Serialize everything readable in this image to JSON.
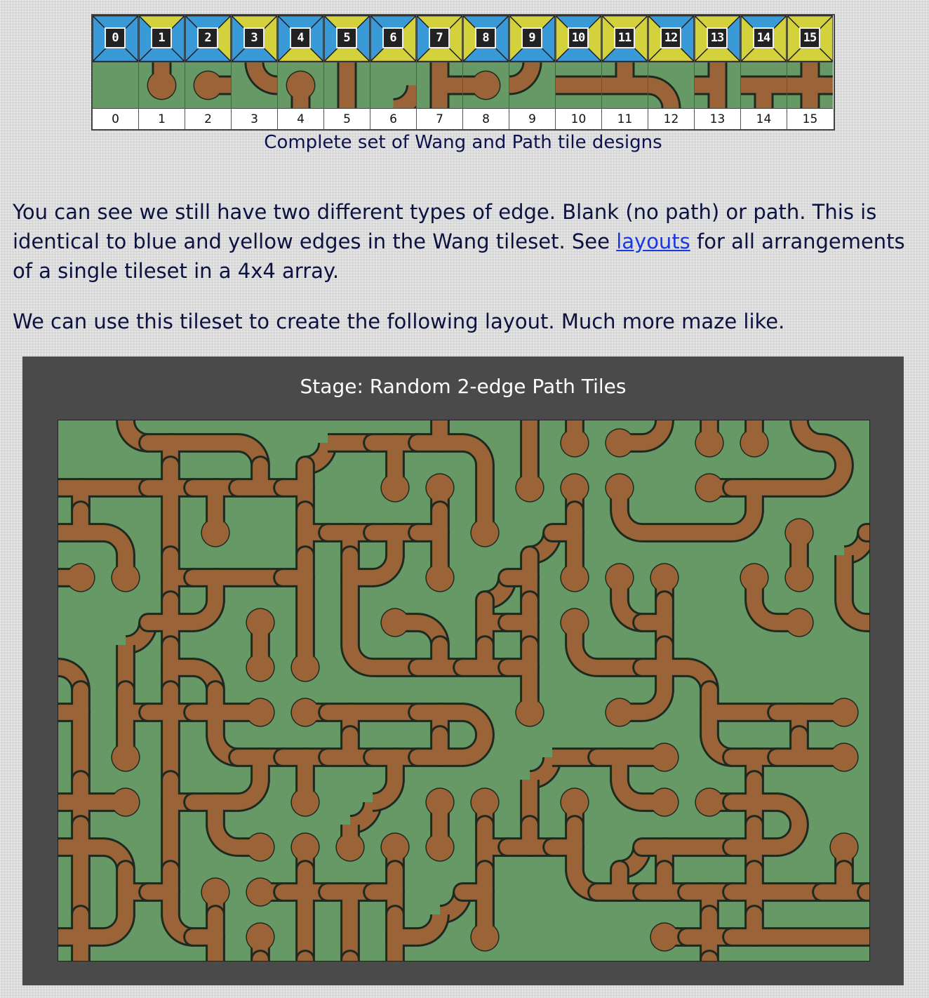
{
  "tileset": {
    "tiles": [
      {
        "id": 0,
        "wang_label": "0",
        "label": "0"
      },
      {
        "id": 1,
        "wang_label": "1",
        "label": "1"
      },
      {
        "id": 2,
        "wang_label": "2",
        "label": "2"
      },
      {
        "id": 3,
        "wang_label": "3",
        "label": "3"
      },
      {
        "id": 4,
        "wang_label": "4",
        "label": "4"
      },
      {
        "id": 5,
        "wang_label": "5",
        "label": "5"
      },
      {
        "id": 6,
        "wang_label": "6",
        "label": "6"
      },
      {
        "id": 7,
        "wang_label": "7",
        "label": "7"
      },
      {
        "id": 8,
        "wang_label": "8",
        "label": "8"
      },
      {
        "id": 9,
        "wang_label": "9",
        "label": "9"
      },
      {
        "id": 10,
        "wang_label": "10",
        "label": "10"
      },
      {
        "id": 11,
        "wang_label": "11",
        "label": "11"
      },
      {
        "id": 12,
        "wang_label": "12",
        "label": "12"
      },
      {
        "id": 13,
        "wang_label": "13",
        "label": "13"
      },
      {
        "id": 14,
        "wang_label": "14",
        "label": "14"
      },
      {
        "id": 15,
        "wang_label": "15",
        "label": "15"
      }
    ],
    "caption": "Complete set of Wang and Path tile designs"
  },
  "paragraph1": {
    "before_link": "You can see we still have two different types of edge. Blank (no path) or path. This is identical to blue and yellow edges in the Wang tileset. See ",
    "link_text": "layouts",
    "after_link": " for all arrangements of a single tileset in a 4x4 array."
  },
  "paragraph2": "We can use this tileset to create the following layout. Much more maze like.",
  "stage": {
    "title": "Stage: Random 2-edge Path Tiles"
  },
  "colors": {
    "page_bg": "#d6d6d6",
    "text": "#0c1240",
    "link": "#1a3ae0",
    "wang_blue": "#3a9ad8",
    "wang_yellow": "#d4d23c",
    "grass": "#679967",
    "path": "#9a6438",
    "outline": "#1f2a1f",
    "stage_bg": "#4a4a4a"
  }
}
